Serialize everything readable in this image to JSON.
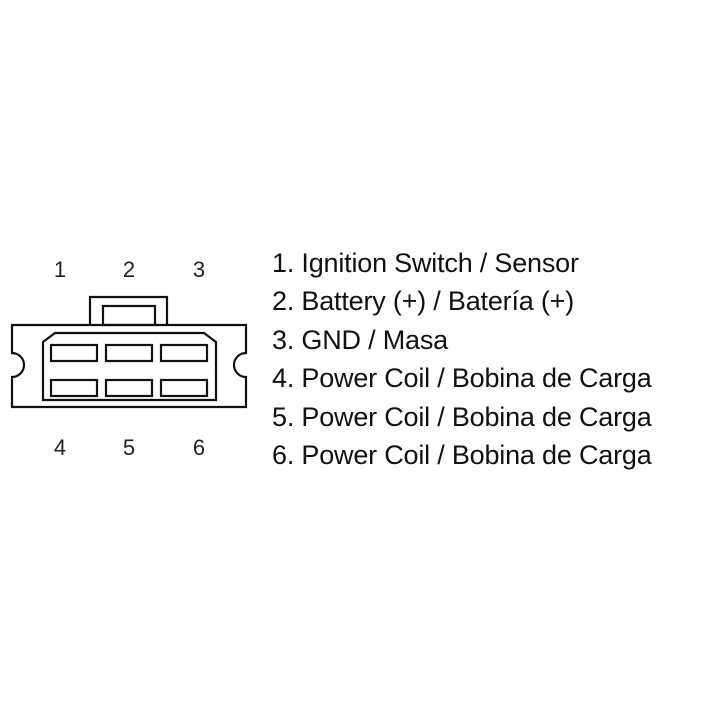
{
  "connector": {
    "top_pins": [
      "1",
      "2",
      "3"
    ],
    "bottom_pins": [
      "4",
      "5",
      "6"
    ]
  },
  "legend": [
    "1. Ignition Switch / Sensor",
    "2. Battery (+) / Batería (+)",
    "3. GND / Masa",
    "4. Power Coil / Bobina de Carga",
    "5. Power Coil / Bobina de Carga",
    "6. Power Coil / Bobina de Carga"
  ],
  "colors": {
    "line": "#111111",
    "text": "#111111",
    "background": "#ffffff"
  }
}
